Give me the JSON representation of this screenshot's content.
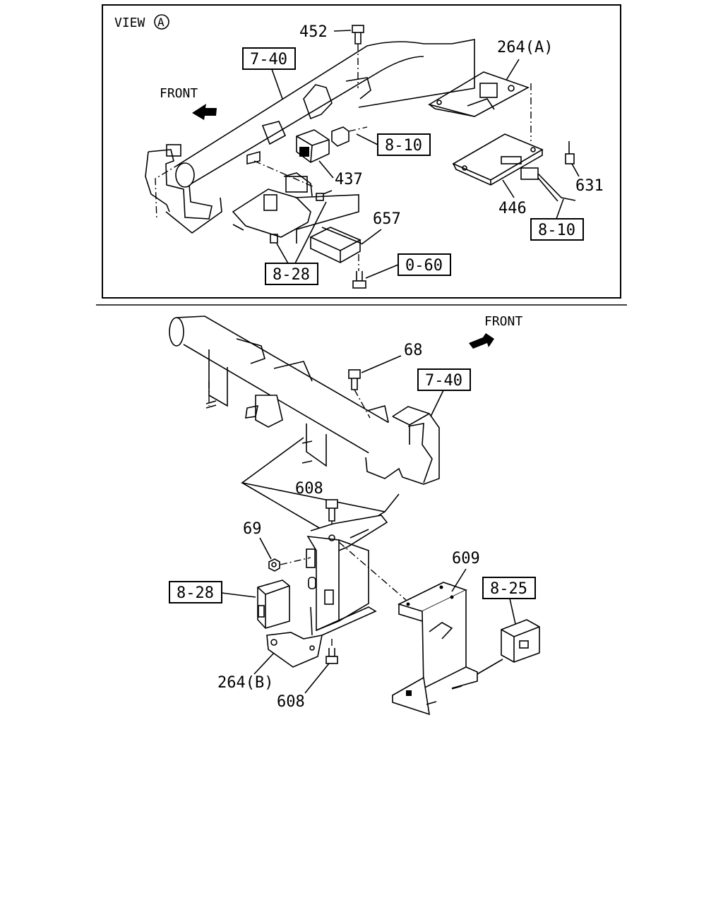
{
  "view_title": "VIEW",
  "view_letter": "A",
  "front_labels": [
    "FRONT",
    "FRONT"
  ],
  "upper": {
    "ref_7_40": "7-40",
    "ref_8_10_a": "8-10",
    "ref_8_10_b": "8-10",
    "ref_8_28": "8-28",
    "ref_0_60": "0-60",
    "p452": "452",
    "p264a": "264(A)",
    "p437": "437",
    "p446": "446",
    "p631": "631",
    "p657": "657"
  },
  "lower": {
    "ref_7_40": "7-40",
    "ref_8_28": "8-28",
    "ref_8_25": "8-25",
    "p68": "68",
    "p608_top": "608",
    "p69": "69",
    "p609": "609",
    "p264b": "264(B)",
    "p608_bottom": "608"
  }
}
